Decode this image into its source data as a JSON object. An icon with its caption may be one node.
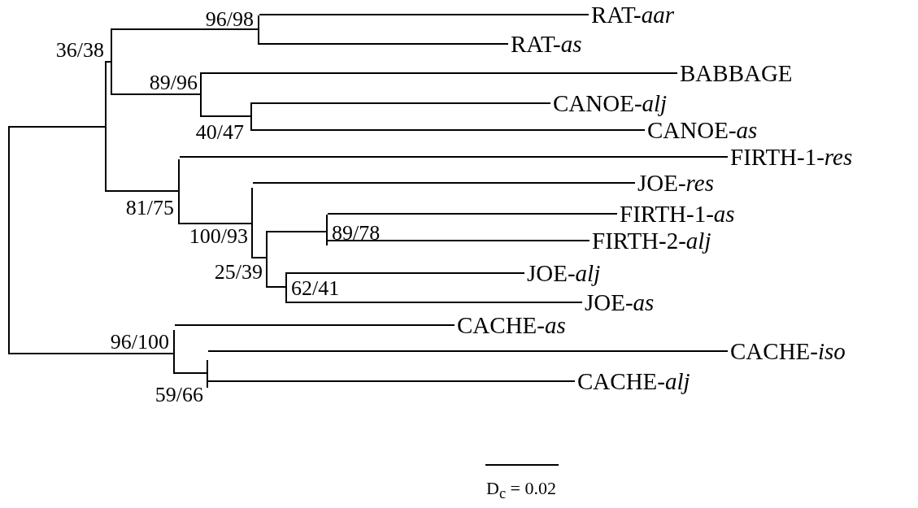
{
  "diagram": {
    "nodes": [
      {
        "text": [],
        "shape": "bar"
      },
      {
        "text": [],
        "shape": "bar"
      },
      {
        "text": [],
        "shape": "bar",
        "beside": [
          "36/38"
        ]
      },
      {
        "text": [],
        "shape": "bar",
        "beside": [
          "96/98"
        ]
      },
      {
        "text": [
          "RAT-*aar*"
        ]
      },
      {
        "text": [
          "RAT-*as*"
        ]
      },
      {
        "text": [],
        "shape": "bar",
        "beside": [
          "89/96"
        ]
      },
      {
        "text": [
          "BABBAGE"
        ]
      },
      {
        "text": [],
        "shape": "bar",
        "beside": [
          "40/47"
        ]
      },
      {
        "text": [
          "CANOE-*alj*"
        ]
      },
      {
        "text": [
          "CANOE-*as*"
        ]
      },
      {
        "text": [],
        "shape": "bar",
        "beside": [
          "81/75"
        ]
      },
      {
        "text": [
          "FIRTH-1-*res*"
        ]
      },
      {
        "text": [],
        "shape": "bar",
        "beside": [
          "100/93"
        ]
      },
      {
        "text": [
          "JOE-*res*"
        ]
      },
      {
        "text": [],
        "shape": "bar",
        "beside": [
          "25/39"
        ]
      },
      {
        "text": [],
        "shape": "bar",
        "beside": [
          "89/78"
        ]
      },
      {
        "text": [
          "FIRTH-1-*as*"
        ]
      },
      {
        "text": [
          "FIRTH-2-*alj*"
        ]
      },
      {
        "text": [],
        "shape": "bar",
        "beside": [
          "62/41"
        ]
      },
      {
        "text": [
          "JOE-*alj*"
        ]
      },
      {
        "text": [
          "JOE-*as*"
        ]
      },
      {
        "text": [],
        "shape": "bar",
        "beside": [
          "96/100"
        ]
      },
      {
        "text": [
          "CACHE-*as*"
        ]
      },
      {
        "text": [],
        "shape": "bar",
        "beside": [
          "59/66"
        ]
      },
      {
        "text": [
          "CACHE-*iso*"
        ]
      },
      {
        "text": [
          "CACHE-*alj*"
        ]
      }
    ],
    "edges": [
      {
        "from": 0,
        "to": 1,
        "arrow": "none"
      },
      {
        "from": 0,
        "to": 22,
        "arrow": "none"
      },
      {
        "from": 1,
        "to": 2,
        "arrow": "none"
      },
      {
        "from": 1,
        "to": 11,
        "arrow": "none"
      },
      {
        "from": 2,
        "to": 3,
        "arrow": "none"
      },
      {
        "from": 2,
        "to": 6,
        "arrow": "none"
      },
      {
        "from": 3,
        "to": 4,
        "arrow": "none"
      },
      {
        "from": 3,
        "to": 5,
        "arrow": "none"
      },
      {
        "from": 6,
        "to": 7,
        "arrow": "none"
      },
      {
        "from": 6,
        "to": 8,
        "arrow": "none"
      },
      {
        "from": 8,
        "to": 9,
        "arrow": "none"
      },
      {
        "from": 8,
        "to": 10,
        "arrow": "none"
      },
      {
        "from": 11,
        "to": 12,
        "arrow": "none"
      },
      {
        "from": 11,
        "to": 13,
        "arrow": "none"
      },
      {
        "from": 13,
        "to": 14,
        "arrow": "none"
      },
      {
        "from": 13,
        "to": 15,
        "arrow": "none"
      },
      {
        "from": 15,
        "to": 16,
        "arrow": "none"
      },
      {
        "from": 15,
        "to": 19,
        "arrow": "none"
      },
      {
        "from": 16,
        "to": 17,
        "arrow": "none"
      },
      {
        "from": 16,
        "to": 18,
        "arrow": "none"
      },
      {
        "from": 19,
        "to": 20,
        "arrow": "none"
      },
      {
        "from": 19,
        "to": 21,
        "arrow": "none"
      },
      {
        "from": 22,
        "to": 23,
        "arrow": "none"
      },
      {
        "from": 22,
        "to": 24,
        "arrow": "none"
      },
      {
        "from": 24,
        "to": 25,
        "arrow": "none"
      },
      {
        "from": 24,
        "to": 26,
        "arrow": "none"
      }
    ],
    "labels": [
      "D$_{c}$ = 0.02"
    ]
  }
}
